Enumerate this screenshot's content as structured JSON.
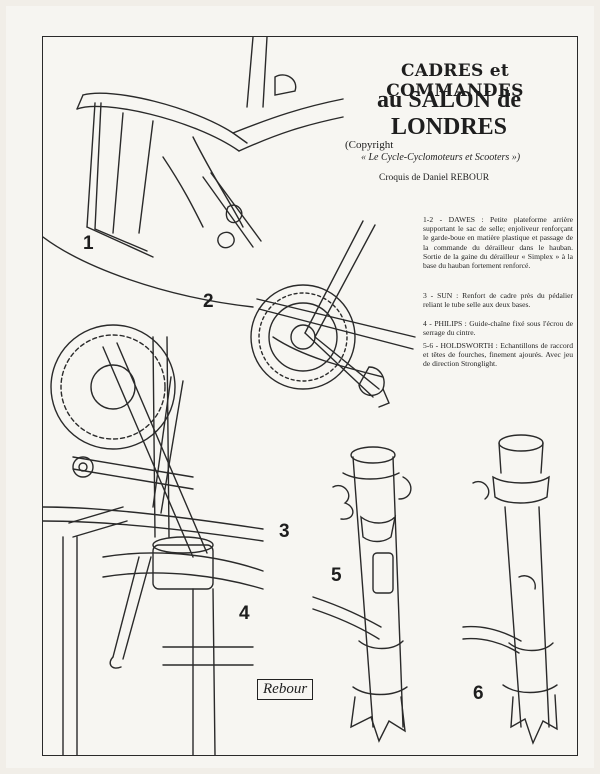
{
  "header": {
    "title_line1": "CADRES et COMMANDES",
    "title_line2": "au SALON de LONDRES",
    "copyright_line1": "(Copyright",
    "copyright_line2": "« Le Cycle-Cyclomoteurs et Scooters »)",
    "credit": "Croquis de Daniel REBOUR"
  },
  "captions": [
    "1-2 - DAWES : Petite plateforme arrière supportant le sac de selle; enjoliveur renforçant le garde-boue en matière plastique et passage de la commande du dérailleur dans le hauban. Sortie de la gaine du dérailleur « Simplex » à la base du hauban fortement renforcé.",
    "3 - SUN : Renfort de cadre près du pédalier reliant le tube selle aux deux bases.",
    "4 - PHILIPS : Guide-chaîne fixé sous l'écrou de serrage du cintre.",
    "5-6 - HOLDSWORTH : Echantillons de raccord et têtes de fourches, finement ajourés. Avec jeu de direction Stronglight."
  ],
  "figure_numbers": [
    "1",
    "2",
    "3",
    "4",
    "5",
    "6"
  ],
  "signature": "Rebour"
}
